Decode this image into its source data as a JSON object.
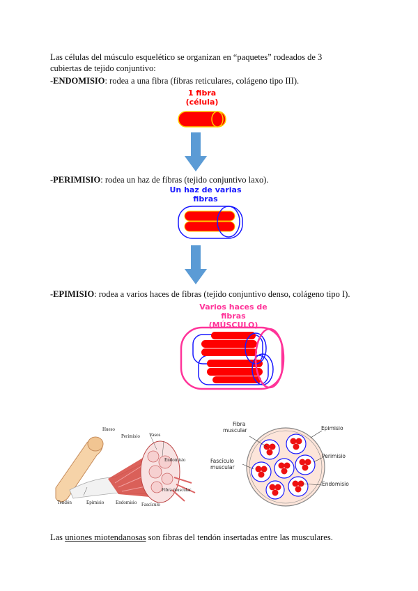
{
  "intro": {
    "line1": "Las células del músculo esquelético se organizan en “paquetes” rodeados de 3",
    "line2": "cubiertas de tejido conjuntivo:"
  },
  "endomisio": {
    "term": "-ENDOMISIO",
    "text": ": rodea a una fibra (fibras reticulares, colágeno tipo III).",
    "caption_line1": "1 fibra",
    "caption_line2": "(célula)"
  },
  "perimisio": {
    "term": "-PERIMISIO",
    "text": ": rodea un haz de fibras (tejido conjuntivo laxo).",
    "caption_line1": "Un haz de varias",
    "caption_line2": "fibras"
  },
  "epimisio": {
    "term": "-EPIMISIO",
    "text": ": rodea a varios haces de fibras (tejido conjuntivo denso, colágeno tipo I).",
    "caption_line1": "Varios haces de fibras",
    "caption_line2": "(MÚSCULO)"
  },
  "figure_left_labels": {
    "hueso": "Hueso",
    "perimisio": "Perimisio",
    "vasos": "Vasos",
    "endomisio": "Endomisio",
    "fibra": "Fibra muscular",
    "fasciculo": "Fascículo",
    "tendon": "Tendón",
    "epimisio": "Epimisio",
    "endomisio2": "Endomisio"
  },
  "figure_right_labels": {
    "fibra_line1": "Fibra",
    "fibra_line2": "muscular",
    "epimisio": "Epimisio",
    "perimisio": "Perimisio",
    "fasciculo_line1": "Fascículo",
    "fasciculo_line2": "muscular",
    "endomisio": "Endomisio"
  },
  "closing": {
    "prefix": "Las ",
    "link": "uniones miotendanosas",
    "suffix": " son fibras del tendón insertadas entre las musculares."
  },
  "colors": {
    "fiber_red": "#ff0000",
    "fiber_edge": "#ffcc00",
    "perimisio_blue": "#1a1aff",
    "epimisio_pink": "#ff3399",
    "arrow_blue": "#5b9bd5"
  }
}
